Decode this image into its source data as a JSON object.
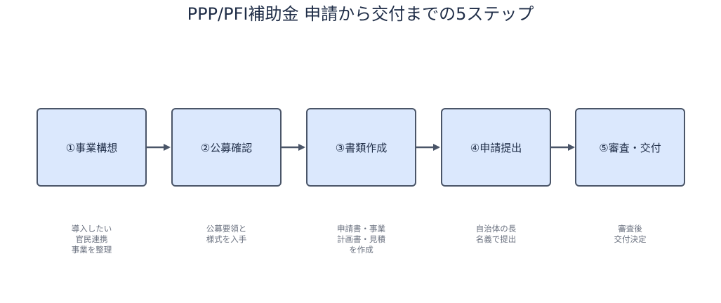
{
  "title": "PPP/PFI補助金 申請から交付までの5ステップ",
  "colors": {
    "box_fill": "#dbe8fd",
    "box_border": "#4a5568",
    "arrow": "#4a5568",
    "title_text": "#1f2d47",
    "note_text": "#6b7280"
  },
  "steps": [
    {
      "label": "①事業構想",
      "note": [
        "導入したい",
        "官民連携",
        "事業を整理"
      ]
    },
    {
      "label": "②公募確認",
      "note": [
        "公募要領と",
        "様式を入手"
      ]
    },
    {
      "label": "③書類作成",
      "note": [
        "申請書・事業",
        "計画書・見積",
        "を作成"
      ]
    },
    {
      "label": "④申請提出",
      "note": [
        "自治体の長",
        "名義で提出"
      ]
    },
    {
      "label": "⑤審査・交付",
      "note": [
        "審査後",
        "交付決定"
      ]
    }
  ]
}
